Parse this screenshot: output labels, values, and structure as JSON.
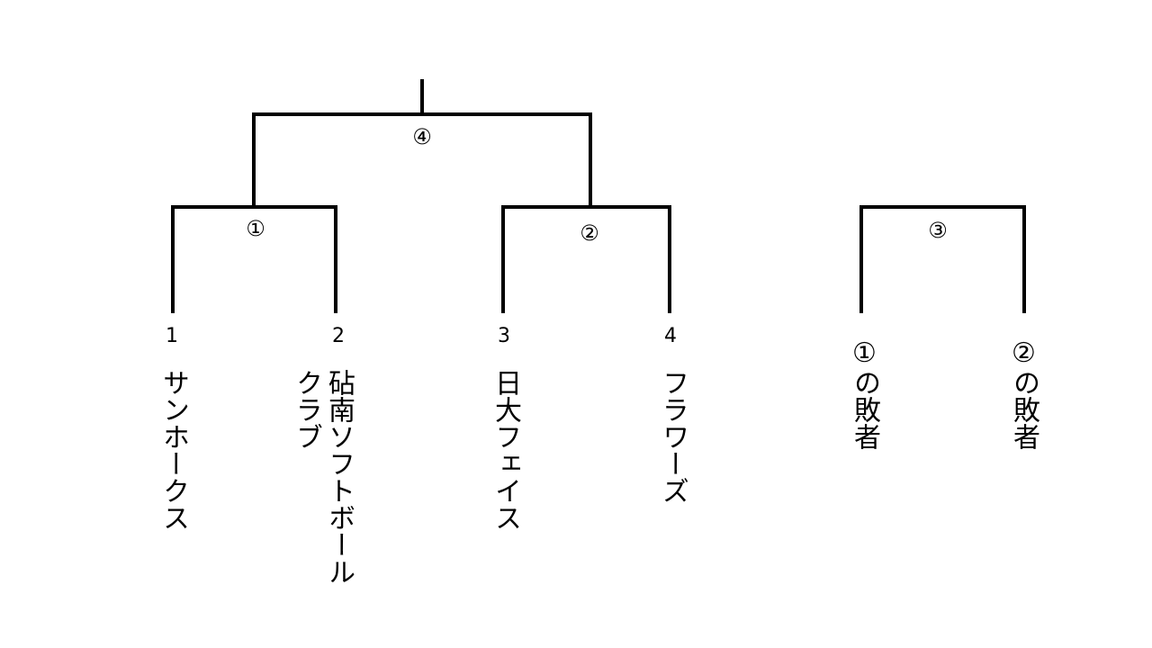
{
  "bracket": {
    "matches": [
      {
        "id": "m1",
        "label": "①"
      },
      {
        "id": "m2",
        "label": "②"
      },
      {
        "id": "m3",
        "label": "③"
      },
      {
        "id": "m4",
        "label": "④"
      }
    ],
    "teams": [
      {
        "seed": "1",
        "name": "サンホークス"
      },
      {
        "seed": "2",
        "name": "砧南ソフトボール\nクラブ"
      },
      {
        "seed": "3",
        "name": "日大フェイス"
      },
      {
        "seed": "4",
        "name": "フラワーズ"
      }
    ],
    "losers": [
      {
        "label": "①の敗者"
      },
      {
        "label": "②の敗者"
      }
    ]
  },
  "colors": {
    "line": "#000000",
    "text": "#000000",
    "background": "#ffffff"
  }
}
